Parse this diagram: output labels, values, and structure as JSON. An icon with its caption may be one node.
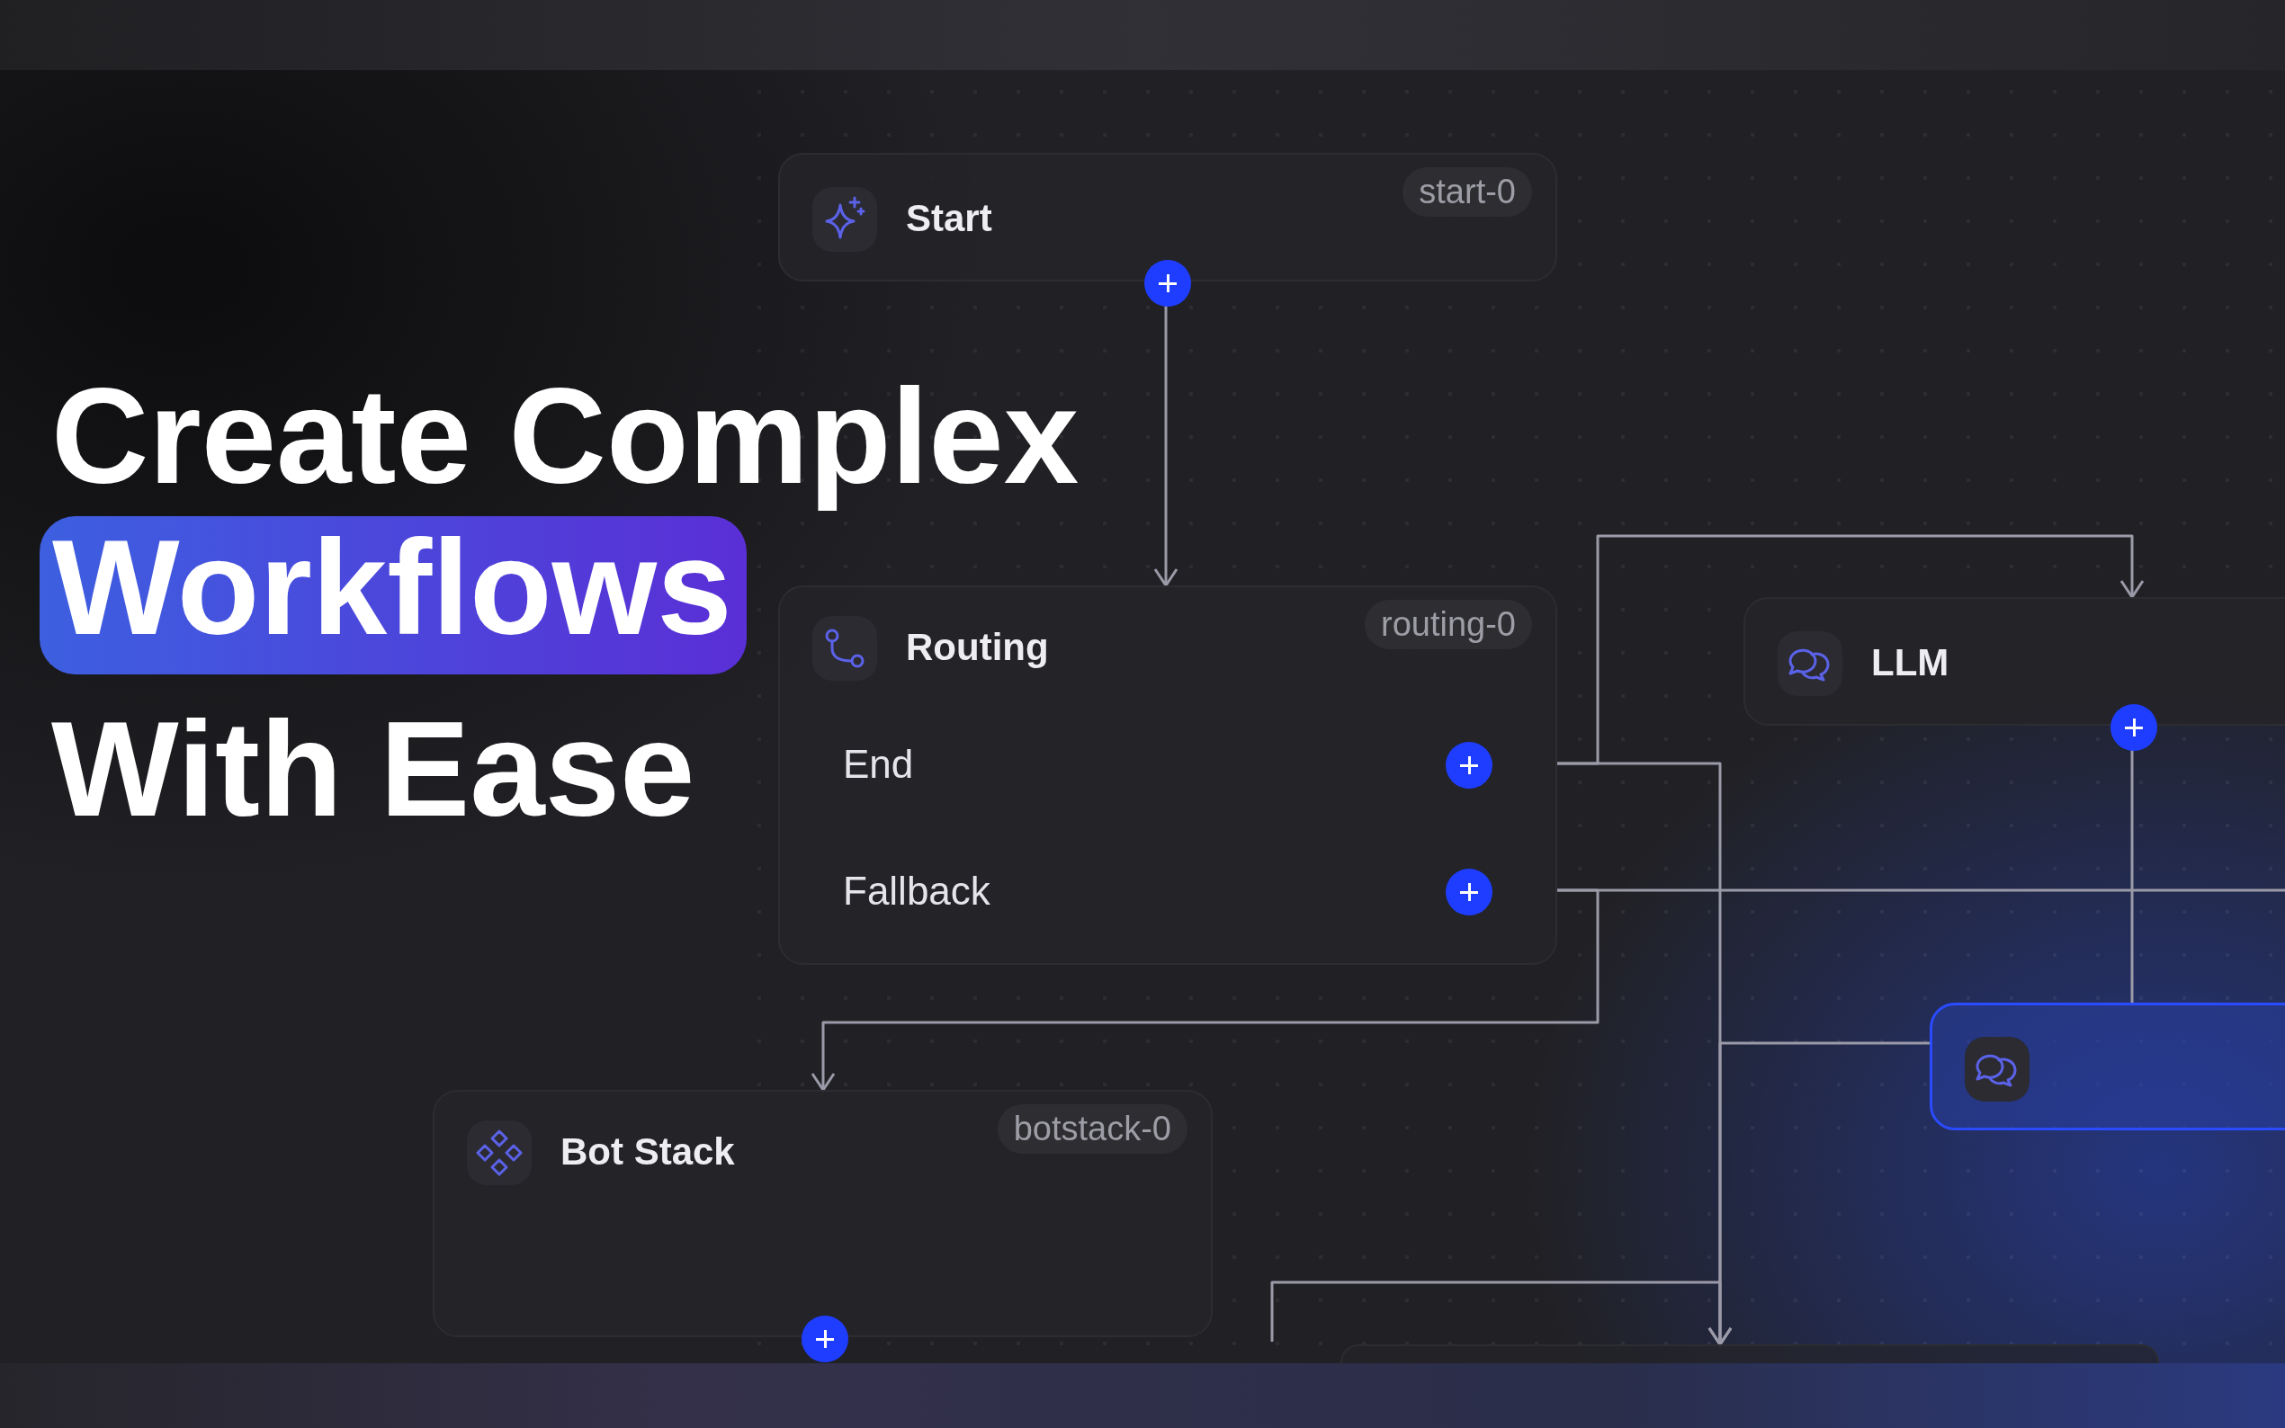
{
  "diagram": {
    "nodes": [
      {
        "text": [
          "Start",
          "start-0"
        ]
      },
      {
        "text": [
          "Routing",
          "routing-0",
          "End",
          "Fallback"
        ]
      },
      {
        "text": [
          "LLM"
        ]
      },
      {
        "text": [],
        "shape": "box"
      },
      {
        "text": [
          "Bot Stack",
          "botstack-0"
        ]
      },
      {
        "text": [],
        "shape": "box"
      }
    ],
    "edges": [
      {
        "from": 0,
        "to": 1,
        "arrow": "to"
      },
      {
        "from": 1,
        "to": 2,
        "arrow": "to"
      },
      {
        "from": 1,
        "to": 5,
        "arrow": "to"
      },
      {
        "from": 1,
        "to": 4,
        "arrow": "to"
      },
      {
        "from": 1,
        "to": null,
        "arrow": "none"
      },
      {
        "from": 2,
        "to": 3,
        "arrow": "none"
      },
      {
        "from": 3,
        "to": 5,
        "arrow": "to"
      },
      {
        "from": null,
        "to": 5,
        "arrow": "to"
      }
    ],
    "labels": [
      "Create Complex",
      "Workflows",
      "With Ease"
    ]
  }
}
